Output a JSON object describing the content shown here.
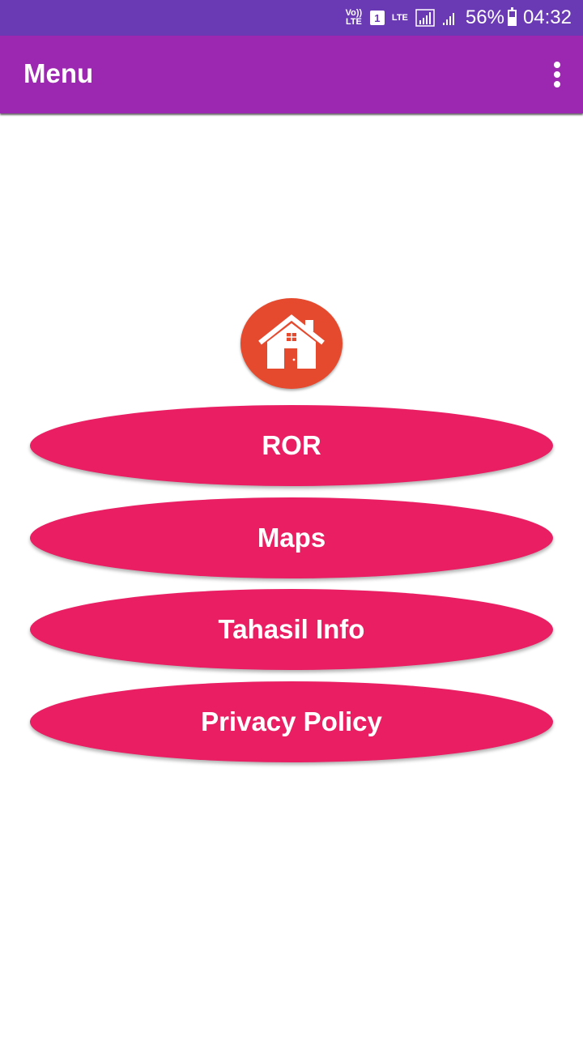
{
  "status_bar": {
    "volte": "Vo)) LTE",
    "sim": "1",
    "lte": "LTE",
    "battery": "56%",
    "time": "04:32"
  },
  "app_bar": {
    "title": "Menu",
    "overflow_icon": "more-vert-icon"
  },
  "logo": {
    "icon": "home-icon",
    "bg_color": "#e64a2e"
  },
  "menu": {
    "items": [
      {
        "label": "ROR"
      },
      {
        "label": "Maps"
      },
      {
        "label": "Tahasil Info"
      },
      {
        "label": "Privacy Policy"
      }
    ]
  },
  "colors": {
    "status_bar": "#6a3ab5",
    "app_bar": "#9c27b0",
    "button": "#e91e63"
  }
}
